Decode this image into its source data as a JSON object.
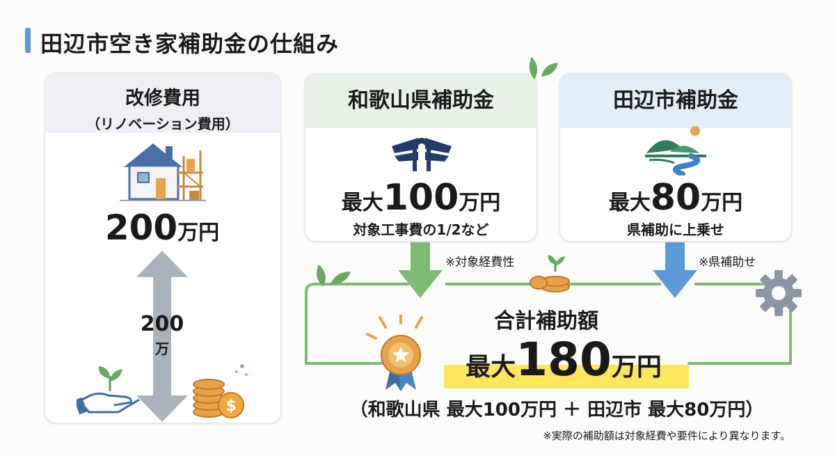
{
  "title": "田辺市空き家補助金の仕組み",
  "renovation": {
    "heading": "改修費用",
    "subheading": "（リノベーション費用）",
    "amount_value": "200",
    "amount_unit": "万円",
    "range_value": "200",
    "range_unit": "万"
  },
  "prefecture": {
    "heading": "和歌山県補助金",
    "amount_prefix": "最大",
    "amount_value": "100",
    "amount_unit": "万円",
    "detail": "対象工事費の1/2など",
    "arrow_note": "※対象経費性"
  },
  "city": {
    "heading": "田辺市補助金",
    "amount_prefix": "最大",
    "amount_value": "80",
    "amount_unit": "万円",
    "detail": "県補助に上乗せ",
    "arrow_note": "※県補助せ"
  },
  "total": {
    "label": "合計補助額",
    "amount_prefix": "最大",
    "amount_value": "180",
    "amount_unit": "万円",
    "breakdown": "（和歌山県 最大100万円 ＋ 田辺市 最大80万円）",
    "footnote": "※実際の補助額は対象経費や要件により異なります。"
  },
  "colors": {
    "accent_blue": "#5b9bd5",
    "accent_green": "#7dbb72",
    "highlight_yellow": "#fbe65c",
    "arrow_gray": "#a9b3bd"
  }
}
